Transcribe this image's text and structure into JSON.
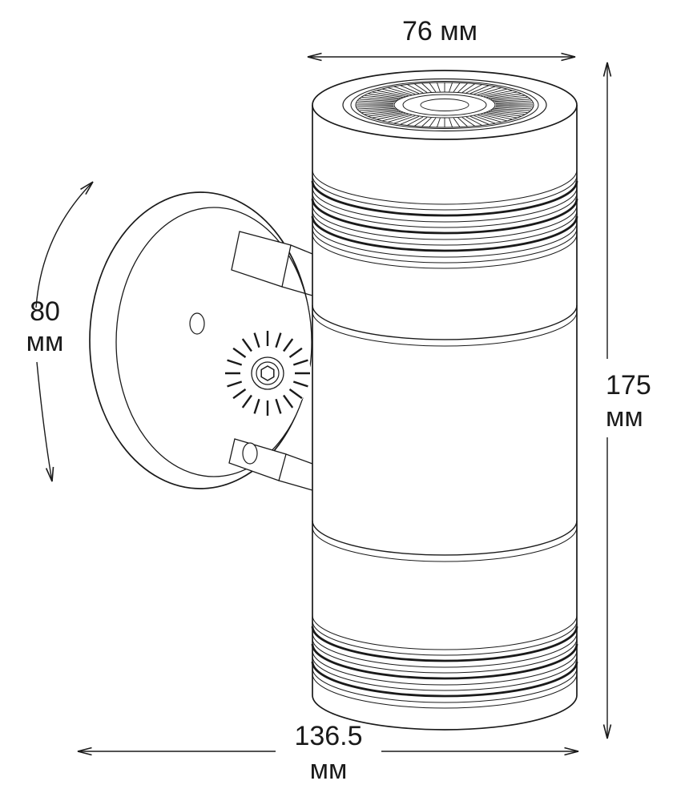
{
  "colors": {
    "ink": "#1a1a1a",
    "background": "#ffffff"
  },
  "diagram": {
    "unit": "мм",
    "dimensions": {
      "width_top": {
        "value": "76",
        "unit": "мм",
        "text": "76 мм"
      },
      "plate_diameter": {
        "value": "80",
        "unit": "мм"
      },
      "height": {
        "value": "175",
        "unit": "мм"
      },
      "depth": {
        "value": "136.5",
        "unit": "мм"
      }
    }
  }
}
